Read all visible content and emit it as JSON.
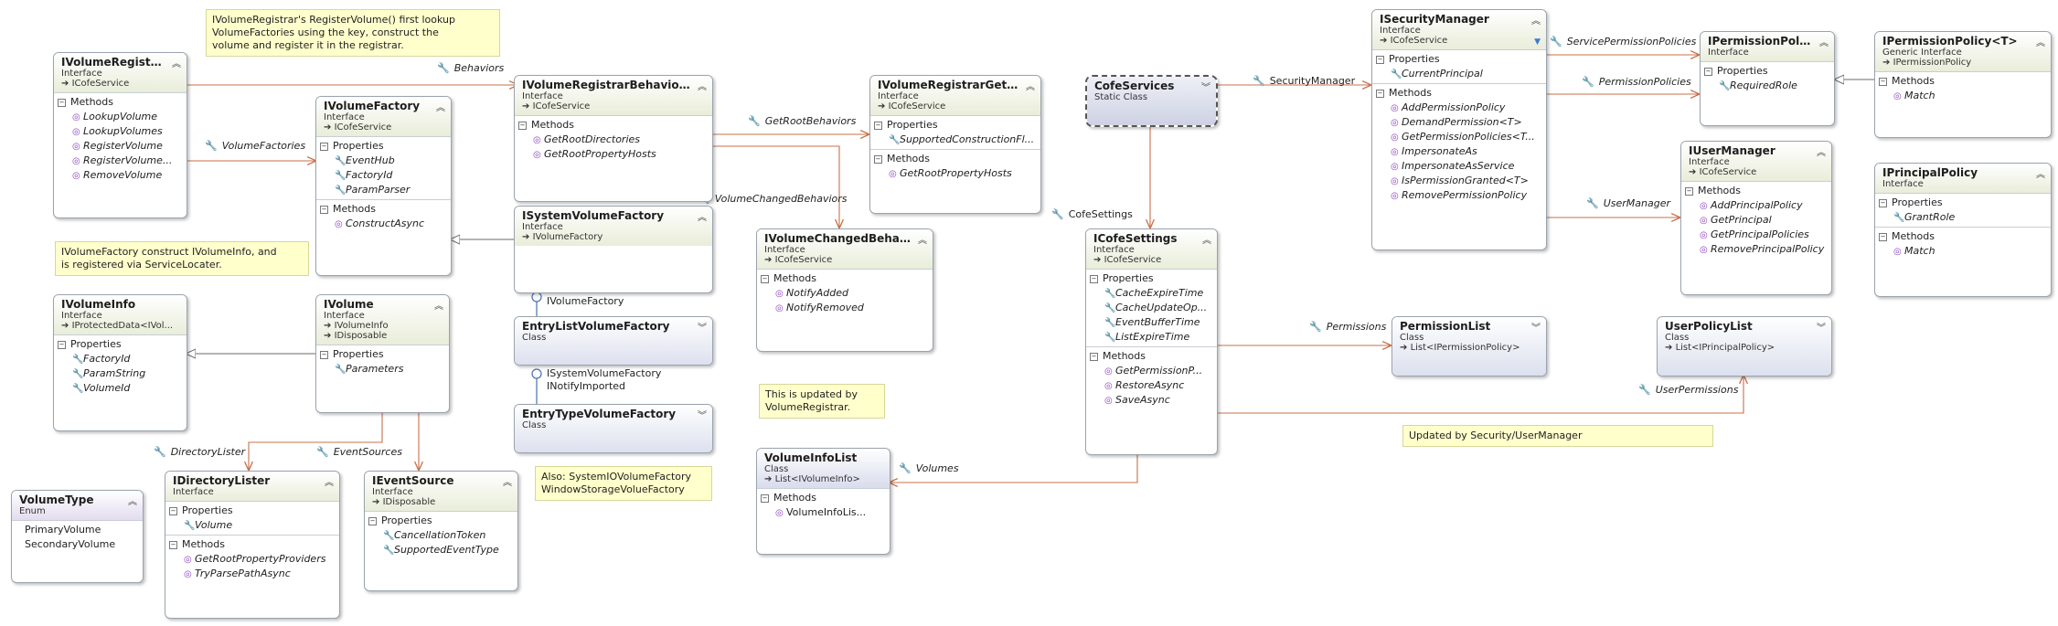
{
  "notes": {
    "registrar": [
      "IVolumeRegistrar's RegisterVolume()  first lookup",
      "VolumeFactories using the key,  construct the",
      "volume and register it in the registrar."
    ],
    "factory": [
      "IVolumeFactory construct IVolumeInfo, and",
      "is registered via ServiceLocater."
    ],
    "volume_info_list": [
      "This is updated by",
      "VolumeRegistrar."
    ],
    "also": [
      "Also: SystemIOVolumeFactory",
      "WindowStorageVolueFactory"
    ],
    "security": "Updated by Security/UserManager"
  },
  "shapes": {
    "ivolumeregistrar": {
      "title": "IVolumeRegistrar",
      "kind": "Interface",
      "bases": [
        "ICofeService"
      ],
      "methods": [
        "LookupVolume",
        "LookupVolumes",
        "RegisterVolume",
        "RegisterVolume...",
        "RemoveVolume"
      ],
      "methods_label": "Methods"
    },
    "ivolumefactory": {
      "title": "IVolumeFactory",
      "kind": "Interface",
      "bases": [
        "ICofeService"
      ],
      "properties_label": "Properties",
      "properties": [
        "EventHub",
        "FactoryId",
        "ParamParser"
      ],
      "methods_label": "Methods",
      "methods": [
        "ConstructAsync"
      ]
    },
    "ivolumeregistrarbehavior": {
      "title": "IVolumeRegistrarBehavior...",
      "kind": "Interface",
      "bases": [
        "ICofeService"
      ],
      "methods_label": "Methods",
      "methods": [
        "GetRootDirectories",
        "GetRootPropertyHosts"
      ]
    },
    "isystemvolumefactory": {
      "title": "ISystemVolumeFactory",
      "kind": "Interface",
      "bases": [
        "IVolumeFactory"
      ]
    },
    "ivolumeregistrargetro": {
      "title": "IVolumeRegistrarGetRo...",
      "kind": "Interface",
      "bases": [
        "ICofeService"
      ],
      "properties_label": "Properties",
      "properties": [
        "SupportedConstructionFl..."
      ],
      "methods_label": "Methods",
      "methods": [
        "GetRootPropertyHosts"
      ]
    },
    "ivolumechangedbehavior": {
      "title": "IVolumeChangedBehavi...",
      "kind": "Interface",
      "bases": [
        "ICofeService"
      ],
      "methods_label": "Methods",
      "methods": [
        "NotifyAdded",
        "NotifyRemoved"
      ]
    },
    "cofeservices": {
      "title": "CofeServices",
      "kind": "Static Class"
    },
    "icofesettings": {
      "title": "ICofeSettings",
      "kind": "Interface",
      "bases": [
        "ICofeService"
      ],
      "properties_label": "Properties",
      "properties": [
        "CacheExpireTime",
        "CacheUpdateOp...",
        "EventBufferTime",
        "ListExpireTime"
      ],
      "methods_label": "Methods",
      "methods": [
        "GetPermissionP...",
        "RestoreAsync",
        "SaveAsync"
      ]
    },
    "isecuritymanager": {
      "title": "ISecurityManager",
      "kind": "Interface",
      "bases": [
        "ICofeService"
      ],
      "properties_label": "Properties",
      "properties": [
        "CurrentPrincipal"
      ],
      "methods_label": "Methods",
      "methods": [
        "AddPermissionPolicy",
        "DemandPermission<T>",
        "GetPermissionPolicies<T...",
        "ImpersonateAs",
        "ImpersonateAsService",
        "IsPermissionGranted<T>",
        "RemovePermissionPolicy"
      ]
    },
    "ipermissionpolicy": {
      "title": "IPermissionPolicy",
      "kind": "Interface",
      "properties_label": "Properties",
      "properties": [
        "RequiredRole"
      ]
    },
    "ipermissionpolicy_t": {
      "title": "IPermissionPolicy<T>",
      "kind": "Generic Interface",
      "bases": [
        "IPermissionPolicy"
      ],
      "methods_label": "Methods",
      "methods": [
        "Match"
      ]
    },
    "iusermanager": {
      "title": "IUserManager",
      "kind": "Interface",
      "bases": [
        "ICofeService"
      ],
      "methods_label": "Methods",
      "methods": [
        "AddPrincipalPolicy",
        "GetPrincipal",
        "GetPrincipalPolicies",
        "RemovePrincipalPolicy"
      ]
    },
    "iprincipalpolicy": {
      "title": "IPrincipalPolicy",
      "kind": "Interface",
      "properties_label": "Properties",
      "properties": [
        "GrantRole"
      ],
      "methods_label": "Methods",
      "methods": [
        "Match"
      ]
    },
    "permissionlist": {
      "title": "PermissionList",
      "kind": "Class",
      "bases": [
        "List<IPermissionPolicy>"
      ]
    },
    "userpolicylist": {
      "title": "UserPolicyList",
      "kind": "Class",
      "bases": [
        "List<IPrincipalPolicy>"
      ]
    },
    "ivolumeinfo": {
      "title": "IVolumeInfo",
      "kind": "Interface",
      "bases": [
        "IProtectedData<IVol..."
      ],
      "properties_label": "Properties",
      "properties": [
        "FactoryId",
        "ParamString",
        "VolumeId"
      ]
    },
    "ivolume": {
      "title": "IVolume",
      "kind": "Interface",
      "bases": [
        "IVolumeInfo",
        "IDisposable"
      ],
      "properties_label": "Properties",
      "properties": [
        "Parameters"
      ]
    },
    "entrylistvolumefactory": {
      "title": "EntryListVolumeFactory",
      "kind": "Class"
    },
    "entrytypevolumefactory": {
      "title": "EntryTypeVolumeFactory",
      "kind": "Class"
    },
    "idirectorylister": {
      "title": "IDirectoryLister",
      "kind": "Interface",
      "properties_label": "Properties",
      "properties": [
        "Volume"
      ],
      "methods_label": "Methods",
      "methods": [
        "GetRootPropertyProviders",
        "TryParsePathAsync"
      ]
    },
    "ieventsource": {
      "title": "IEventSource",
      "kind": "Interface",
      "bases": [
        "IDisposable"
      ],
      "properties_label": "Properties",
      "properties": [
        "CancellationToken",
        "SupportedEventType"
      ]
    },
    "volumeinfolist": {
      "title": "VolumeInfoList",
      "kind": "Class",
      "bases": [
        "List<IVolumeInfo>"
      ],
      "methods_label": "Methods",
      "methods": [
        "VolumeInfoLis..."
      ]
    },
    "volumetype": {
      "title": "VolumeType",
      "kind": "Enum",
      "values": [
        "PrimaryVolume",
        "SecondaryVolume"
      ]
    }
  },
  "labels": {
    "behaviors": "Behaviors",
    "volume_factories": "VolumeFactories",
    "get_root_behaviors": "GetRootBehaviors",
    "volume_changed_behaviors": "VolumeChangedBehaviors",
    "security_manager": "SecurityManager",
    "cofe_settings": "CofeSettings",
    "service_permission_policies": "ServicePermissionPolicies",
    "permission_policies": "PermissionPolicies",
    "user_manager": "UserManager",
    "permissions": "Permissions",
    "user_permissions": "UserPermissions",
    "volumes": "Volumes",
    "directory_lister": "DirectoryLister",
    "event_sources": "EventSources",
    "lollipop_ivolumefactory": "IVolumeFactory",
    "lollipop_isystem": "ISystemVolumeFactory",
    "lollipop_inotify": "INotifyImported"
  },
  "colors": {
    "association": "#c8704a",
    "inheritance": "#7a7a7a",
    "interface_header": "#e9edd9",
    "class_header": "#d8dcec",
    "note_fill": "#ffffcc"
  }
}
